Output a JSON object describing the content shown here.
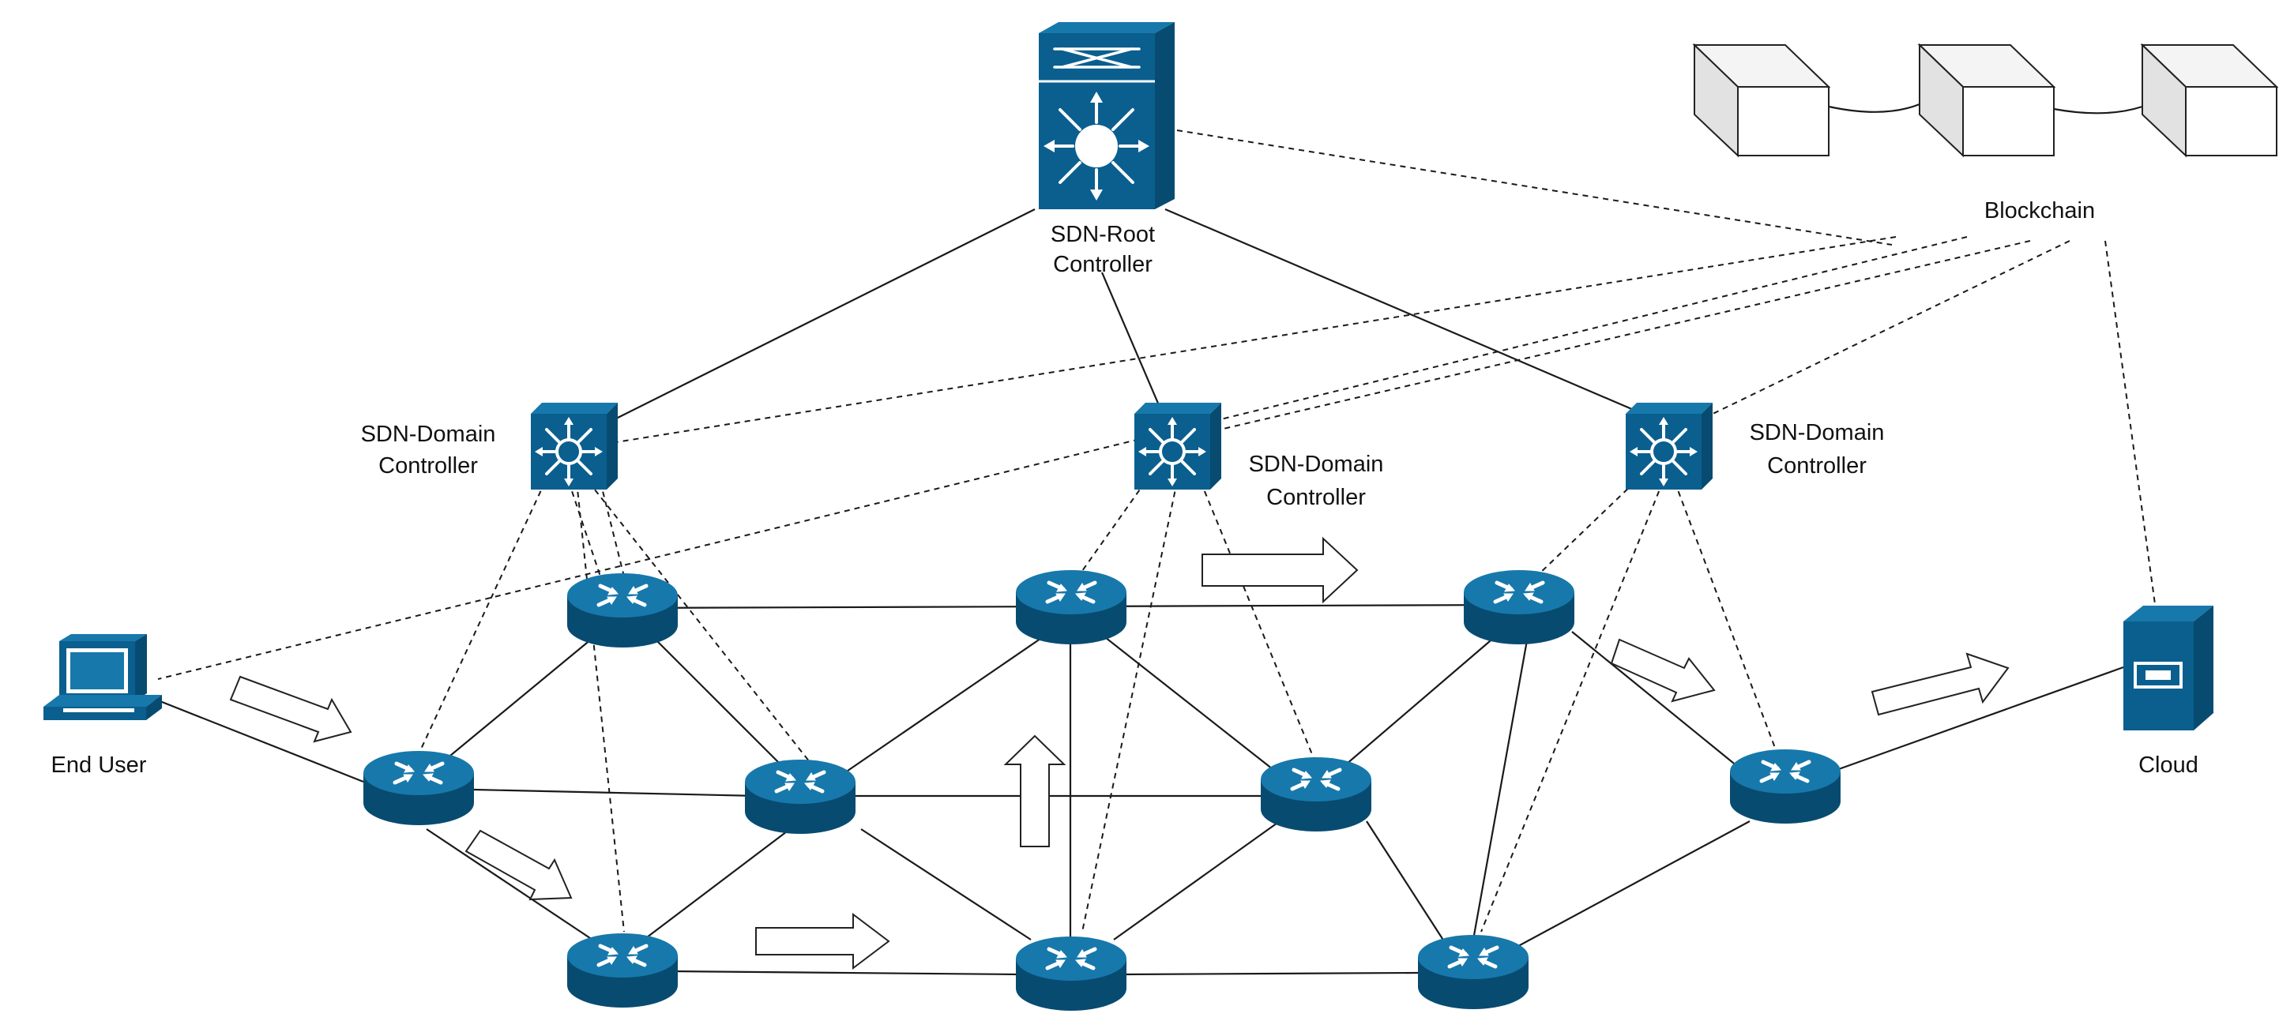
{
  "labels": {
    "root_controller_line1": "SDN-Root",
    "root_controller_line2": "Controller",
    "domain_left_line1": "SDN-Domain",
    "domain_left_line2": "Controller",
    "domain_mid_line1": "SDN-Domain",
    "domain_mid_line2": "Controller",
    "domain_right_line1": "SDN-Domain",
    "domain_right_line2": "Controller",
    "blockchain": "Blockchain",
    "end_user": "End User",
    "cloud": "Cloud"
  },
  "icons": {
    "root_controller": "multilayer-switch-icon",
    "domain_controller": "switch-icon",
    "router": "router-icon",
    "end_user": "workstation-icon",
    "cloud": "server-icon",
    "blockchain_block": "block-icon"
  },
  "colors": {
    "device_blue": "#0a5f8f",
    "device_blue_dark": "#084b71",
    "device_blue_light": "#1778ab",
    "line": "#1a1a1a"
  }
}
